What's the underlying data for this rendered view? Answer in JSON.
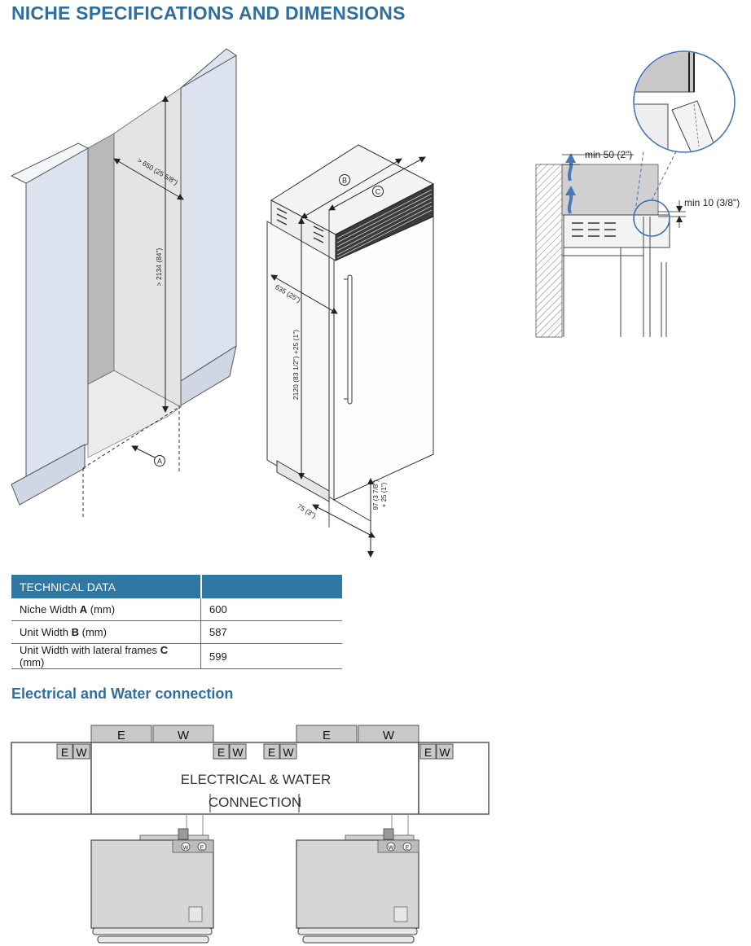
{
  "page_title": "NICHE SPECIFICATIONS AND DIMENSIONS",
  "niche_diagram": {
    "depth_label": "> 650 (25 5/8\")",
    "height_label": "> 2134 (84\")",
    "callout_a": "A"
  },
  "unit_diagram": {
    "callout_b": "B",
    "callout_c": "C",
    "depth_label": "635 (25\")",
    "height_label": "2120 (83 1/2\") +25 (1\")",
    "plinth_depth_label": "75 (3\")",
    "plinth_height_label": "97 (3 7/8\")",
    "plinth_height_label_2": "+ 25 (1\")"
  },
  "ventilation_diagram": {
    "top_gap_label": "min 50 (2\")",
    "side_gap_label": "min 10 (3/8\")"
  },
  "technical_data": {
    "header": "TECHNICAL DATA",
    "rows": [
      {
        "label": "Niche Width",
        "code": "A",
        "unit": "(mm)",
        "value": "600"
      },
      {
        "label": "Unit Width",
        "code": "B",
        "unit": "(mm)",
        "value": "587"
      },
      {
        "label": "Unit Width with lateral frames",
        "code": "C",
        "unit": "(mm)",
        "value": "599"
      }
    ]
  },
  "connection": {
    "title": "Electrical and Water connection",
    "label_line1": "ELECTRICAL & WATER",
    "label_line2": "CONNECTION",
    "e": "E",
    "w": "W"
  },
  "colors": {
    "accent": "#2f6f9f",
    "table_header": "#2f78a3",
    "wall_blue": "#dde3ee",
    "gray_panel": "#c8c8c8",
    "arrow_blue": "#4a79b8"
  }
}
